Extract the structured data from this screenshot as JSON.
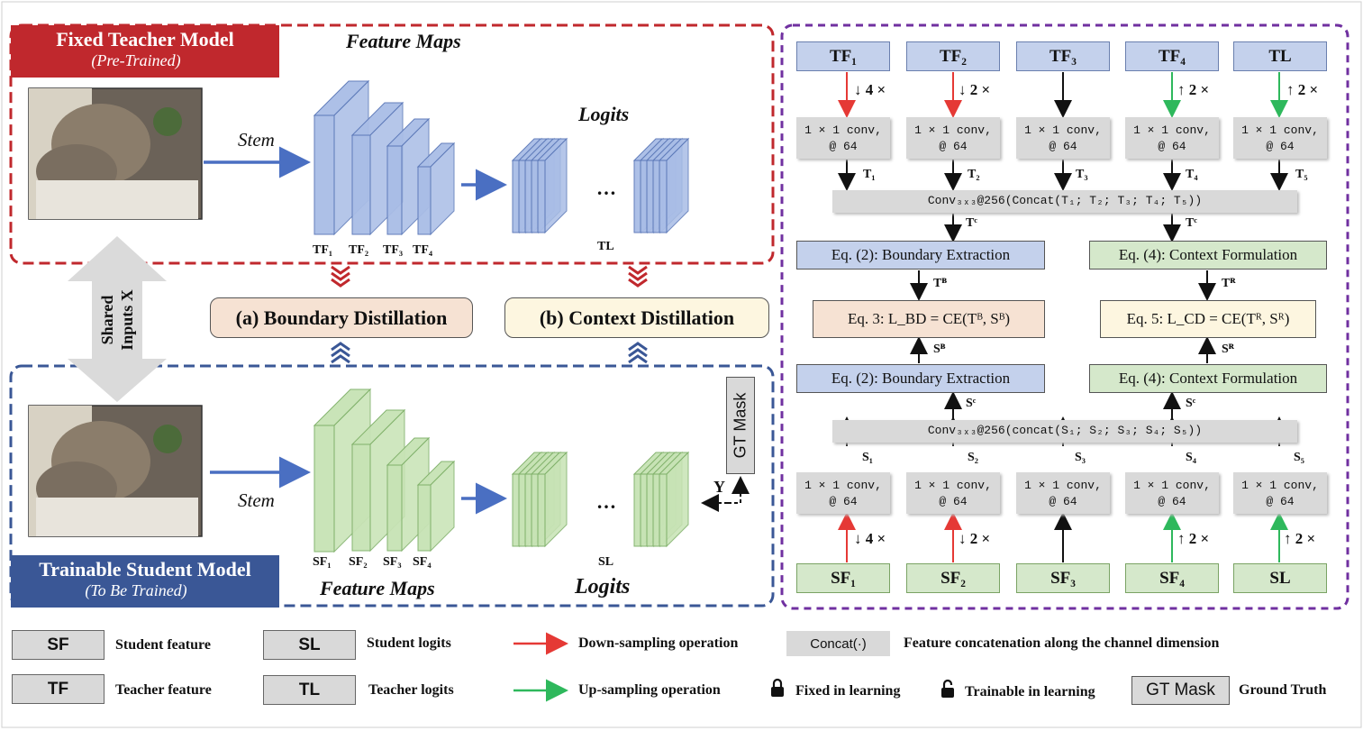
{
  "teacher": {
    "title": "Fixed Teacher Model",
    "subtitle": "(Pre-Trained)",
    "feature_maps_label": "Feature Maps",
    "logits_label": "Logits",
    "stem_label": "Stem",
    "feature_labels": [
      "TF₁",
      "TF₂",
      "TF₃",
      "TF₄"
    ],
    "logits_tag": "TL",
    "ellipsis": "…"
  },
  "student": {
    "title": "Trainable Student Model",
    "subtitle": "(To Be Trained)",
    "feature_maps_label": "Feature Maps",
    "logits_label": "Logits",
    "stem_label": "Stem",
    "feature_labels": [
      "SF₁",
      "SF₂",
      "SF₃",
      "SF₄"
    ],
    "logits_tag": "SL",
    "ellipsis": "…",
    "gt_mask": "GT Mask",
    "gt_y": "Y"
  },
  "shared_inputs": "Shared Inputs X",
  "distillation": {
    "boundary": "(a) Boundary Distillation",
    "context": "(b) Context Distillation"
  },
  "right_panel": {
    "teacher_top": [
      "TF₁",
      "TF₂",
      "TF₃",
      "TF₄",
      "TL"
    ],
    "teacher_ops": [
      "↓ 4 ×",
      "↓ 2 ×",
      "",
      "↑ 2 ×",
      "↑ 2 ×"
    ],
    "conv_line1": "1 × 1 conv,",
    "conv_line2": "@ 64",
    "teacher_t": [
      "T₁",
      "T₂",
      "T₃",
      "T₄",
      "T₅"
    ],
    "teacher_concat": "Conv₃ₓ₃@256(Concat(T₁; T₂; T₃; T₄; T₅))",
    "tc_label": "Tᶜ",
    "boundary_extraction": "Eq. (2):  Boundary Extraction",
    "context_formulation": "Eq. (4): Context Formulation",
    "tb_label": "Tᴮ",
    "tr_label": "Tᴿ",
    "eq3": "Eq. 3: L_BD = CE(Tᴮ, Sᴮ)",
    "eq5": "Eq. 5: L_CD = CE(Tᴿ, Sᴿ)",
    "sb_label": "Sᴮ",
    "sr_label": "Sᴿ",
    "sc_label": "Sᶜ",
    "student_concat": "Conv₃ₓ₃@256(concat(S₁; S₂; S₃; S₄; S₅))",
    "student_s": [
      "S₁",
      "S₂",
      "S₃",
      "S₄",
      "S₅"
    ],
    "student_ops": [
      "↓ 4 ×",
      "↓ 2 ×",
      "",
      "↑ 2 ×",
      "↑ 2 ×"
    ],
    "student_bottom": [
      "SF₁",
      "SF₂",
      "SF₃",
      "SF₄",
      "SL"
    ]
  },
  "legend": {
    "sf_box": "SF",
    "sf_text": "Student feature",
    "tf_box": "TF",
    "tf_text": "Teacher feature",
    "sl_box": "SL",
    "sl_text": "Student logits",
    "tl_box": "TL",
    "tl_text": "Teacher logits",
    "down_text": "Down-sampling operation",
    "up_text": "Up-sampling operation",
    "concat_box": "Concat(·)",
    "concat_text": "Feature concatenation along the channel dimension",
    "fixed_text": "Fixed in learning",
    "trainable_text": "Trainable in learning",
    "gt_box": "GT Mask",
    "gt_text": "Ground Truth"
  },
  "colors": {
    "teacher_red": "#c0282d",
    "student_blue": "#3a5796",
    "purple": "#7030a0",
    "teacher_feature": "#a9bde6",
    "student_feature": "#c7e3b5",
    "boundary_fill": "#f6e2d3",
    "context_fill": "#fdf6e0",
    "down_arrow": "#e53935",
    "up_arrow": "#2eb85c"
  }
}
